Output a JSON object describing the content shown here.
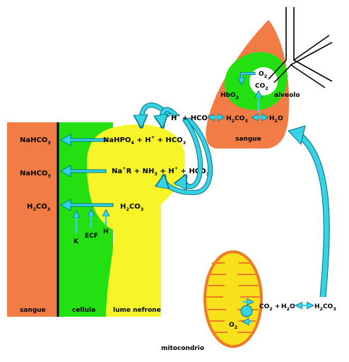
{
  "colors": {
    "blood": "#f27c45",
    "cell": "#22e012",
    "lumen": "#f7f52a",
    "arrow": "#34d3e6",
    "arrow_stroke": "#0b6f80",
    "mito_body": "#f6e11a",
    "mito_stroke": "#f07a26",
    "membrane": "#000000"
  },
  "regions": {
    "blood": "sangue",
    "cell": "cellula",
    "lumen": "lume nefrone",
    "lung_blood": "sangue",
    "alveolus": "alveolo",
    "mitochondrion": "mitocondrio"
  },
  "blood_labels": {
    "nahco3_top": {
      "main": "NaHCO",
      "sub": "3"
    },
    "nahco3_mid": {
      "main": "NaHCO",
      "sub": "3"
    },
    "h2co3": {
      "a": "H",
      "sub": "2",
      "b": "CO",
      "sub2": "3"
    }
  },
  "lumen_reactions": {
    "r1": {
      "a": "NaHPO",
      "sub": "4",
      "b": " + H",
      "sup": "+",
      "c": " + HCO",
      "sub2": "3"
    },
    "r2": {
      "a": "Na",
      "sup": "+",
      "b": "R + NH",
      "sub": "3",
      "c": " + H",
      "sup2": "+",
      "d": " + HCO",
      "sub2": "3"
    },
    "r3": {
      "a": "H",
      "sub": "2",
      "b": "CO",
      "sub2": "3"
    }
  },
  "ions": {
    "k": "K",
    "ecf": "ECF",
    "h": "H"
  },
  "top_reaction": {
    "a": "H",
    "sup": "+",
    "b": "+ HCO",
    "sup2": "-",
    "sub": "3"
  },
  "lung": {
    "h2co3": {
      "a": "H",
      "sub": "2",
      "b": "CO",
      "sub2": "3"
    },
    "h2o": {
      "a": "H",
      "sub": "2",
      "b": "O"
    },
    "hbo2": {
      "a": "HbO",
      "sub": "2"
    },
    "o2": {
      "a": "O",
      "sub": "2"
    },
    "co2": {
      "a": "CO",
      "sub": "2"
    }
  },
  "mito_reaction": {
    "co2": {
      "a": "CO",
      "sub": "2"
    },
    "plus": " + ",
    "h2o": {
      "a": "H",
      "sub": "2",
      "b": "O"
    },
    "h2co3": {
      "a": "H",
      "sub": "2",
      "b": "CO",
      "sub2": "3"
    },
    "o2": {
      "a": "O",
      "sub": "2"
    }
  }
}
